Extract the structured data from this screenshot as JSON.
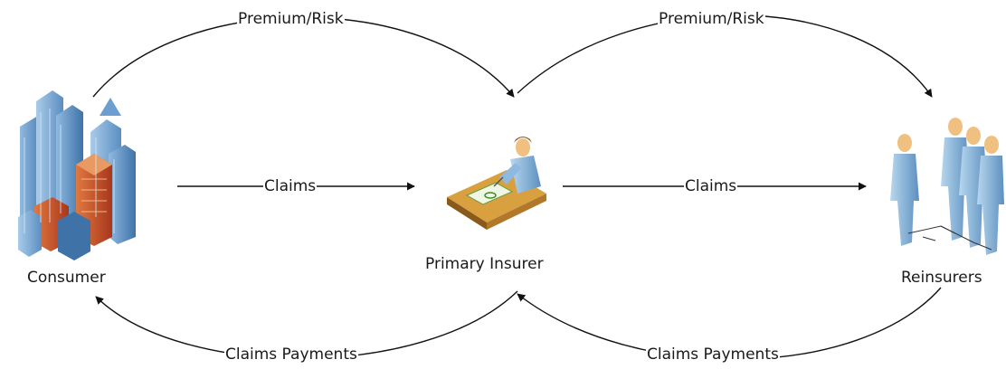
{
  "nodes": {
    "consumer": "Consumer",
    "primary_insurer": "Primary Insurer",
    "reinsurers": "Reinsurers"
  },
  "edges": {
    "premium_risk_left": "Premium/Risk",
    "premium_risk_right": "Premium/Risk",
    "claims_left": "Claims",
    "claims_right": "Claims",
    "claims_payments_left": "Claims Payments",
    "claims_payments_right": "Claims Payments"
  },
  "icons": {
    "consumer": "city-buildings-icon",
    "primary_insurer": "person-at-desk-icon",
    "reinsurers": "group-of-people-icon"
  }
}
